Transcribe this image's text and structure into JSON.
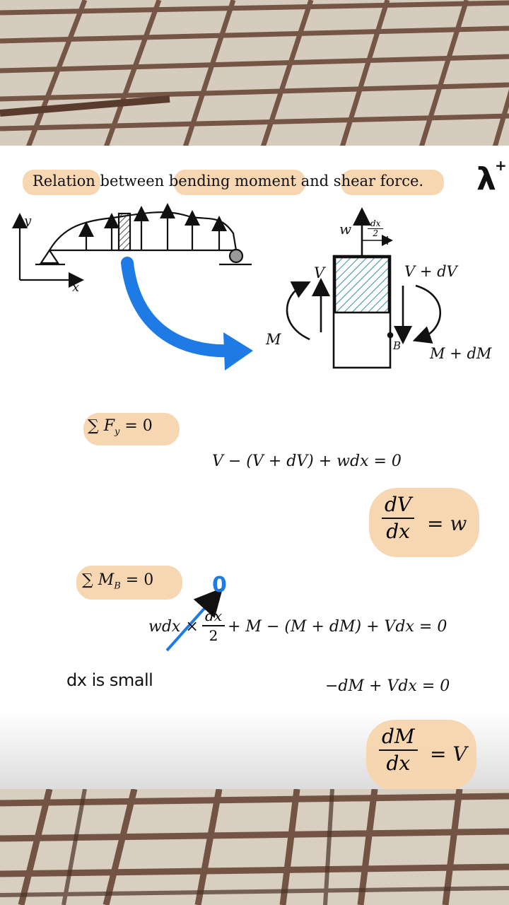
{
  "title": {
    "w1": "Relation",
    "w2": "between",
    "w3": "bending moment",
    "w4": "and",
    "w5": "shear force."
  },
  "logo_text": "λ",
  "logo_plus": "+",
  "diagram": {
    "axis_y": "y",
    "axis_x": "x",
    "element": {
      "w": "w",
      "dx_half_num": "dx",
      "dx_half_den": "2",
      "v_left": "V",
      "v_right": "V + dV",
      "m_left": "M",
      "m_right": "M + dM",
      "point_b": "B"
    }
  },
  "equations": {
    "sum_fy": "∑ F",
    "sum_fy_sub": "y",
    "sum_fy_rhs": " = 0",
    "force_balance": "V − (V + dV) + wdx = 0",
    "result1_num": "dV",
    "result1_den": "dx",
    "result1_rhs": "= w",
    "sum_mb": "∑ M",
    "sum_mb_sub": "B",
    "sum_mb_rhs": " = 0",
    "moment_lhs": "wdx ×",
    "moment_frac_num": "dx",
    "moment_frac_den": "2",
    "moment_rest": "+ M − (M + dM) + Vdx = 0",
    "handwritten_zero": "0",
    "note": "dx is small",
    "simplified": "−dM + Vdx = 0",
    "result2_num": "dM",
    "result2_den": "dx",
    "result2_rhs": "= V"
  },
  "colors": {
    "highlight": "#f6d5ae",
    "blue_arrow": "#1e7be6",
    "hatch": "#3b8fa3",
    "rebar": "#6b4a3a",
    "concrete": "#d9cfc1"
  }
}
